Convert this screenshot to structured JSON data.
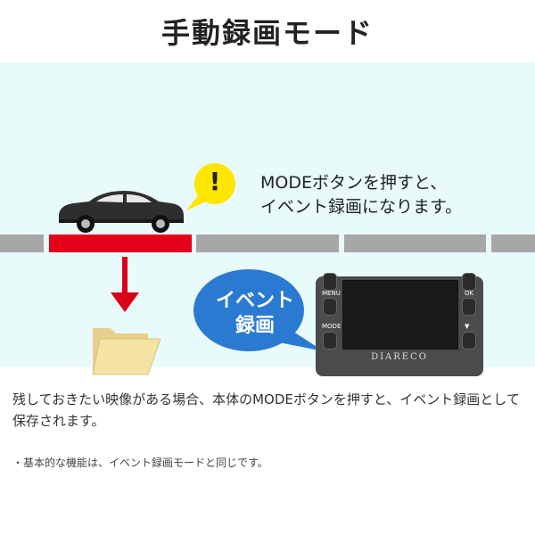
{
  "title": "手動録画モード",
  "callout": {
    "icon_text": "!",
    "line1": "MODEボタンを押すと、",
    "line2": "イベント録画になります。"
  },
  "bubble": {
    "line1": "イベント",
    "line2": "録画"
  },
  "device": {
    "brand": "DIARECO",
    "button_labels": {
      "menu": "MENU",
      "mode": "MODE",
      "ok": "OK",
      "down": "▼"
    }
  },
  "description": {
    "line1": "残しておきたい映像がある場合、本体のMODEボタンを押すと、イベント録画として",
    "line2": "保存されます。"
  },
  "note": "・基本的な機能は、イベント録画モードと同じです。",
  "colors": {
    "scene_bg": "#e8fafa",
    "road_gray": "#a7a7a7",
    "road_red": "#e5001a",
    "bubble_blue": "#2a7ad1",
    "callout_yellow": "#ffe600",
    "folder": "#f5e3a3"
  }
}
